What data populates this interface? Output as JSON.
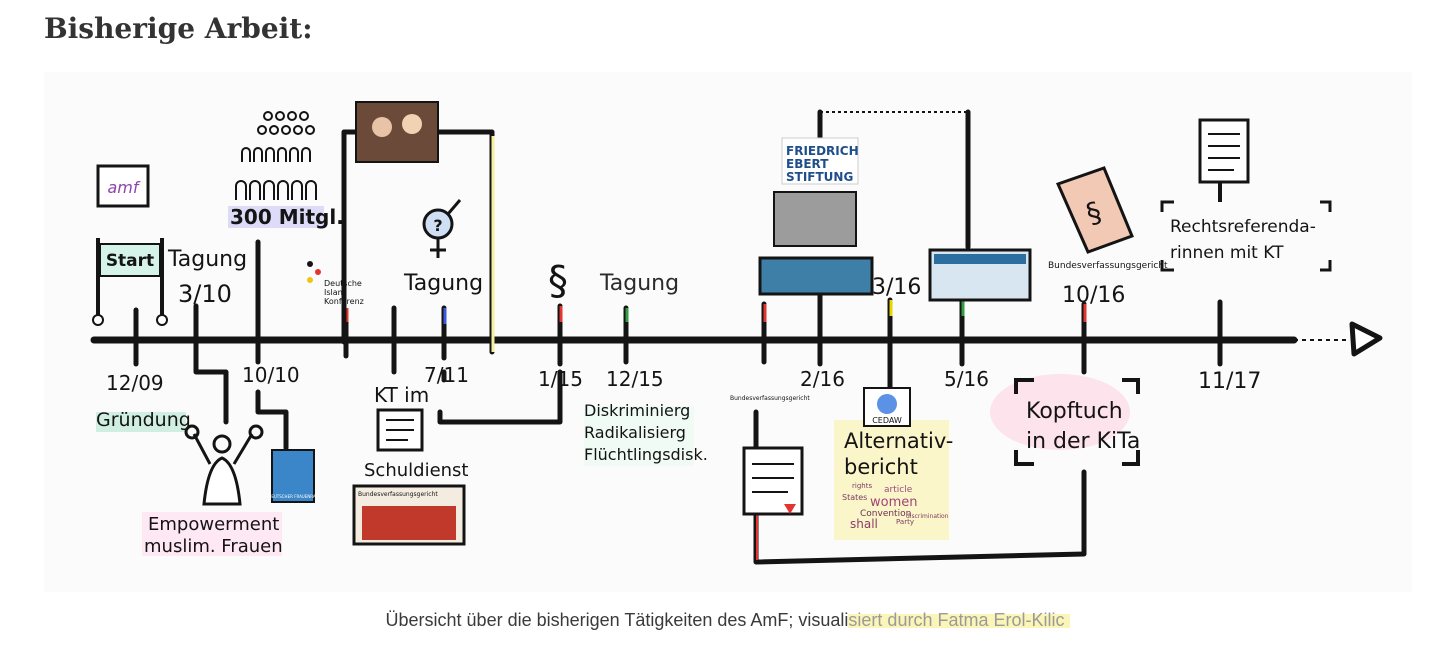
{
  "page_title": "Bisherige Arbeit:",
  "caption": {
    "prefix": "Übersicht über die bisherigen Tätigkeiten des AmF; visuali",
    "highlight": "siert durch Fatma Erol-Kilic"
  },
  "timeline": {
    "logo_text": "amf",
    "start_label": "Start",
    "labels": {
      "tagung_1": "Tagung",
      "tagung_1_date": "3/10",
      "mitgl": "300 Mitgl.",
      "dik_line1": "Deutsche",
      "dik_line2": "Islam",
      "dik_line3": "Konferenz",
      "tagung_2": "Tagung",
      "paragraph": "§",
      "tagung_3": "Tagung",
      "fes_line1": "FRIEDRICH",
      "fes_line2": "EBERT",
      "fes_line3": "STIFTUNG",
      "bverfg": "Bundesverfassungsgericht",
      "date_3_16": "3/16",
      "date_10_16": "10/16",
      "refer_line1": "Rechtsreferenda-",
      "refer_line2": "rinnen mit KT",
      "question_mark": "?"
    },
    "dates_below": {
      "d_12_09": "12/09",
      "gruendung": "Gründung",
      "d_10_10": "10/10",
      "kt_im": "KT im",
      "schuldienst": "Schuldienst",
      "d_7_11": "7/11",
      "d_1_15": "1/15",
      "d_12_15": "12/15",
      "disk_line1": "Diskriminierg",
      "disk_line2": "Radikalisierg",
      "disk_line3": "Flüchtlingsdisk.",
      "d_2_16": "2/16",
      "cedaw": "CEDAW",
      "alt_line1": "Alternativ-",
      "alt_line2": "bericht",
      "d_5_16": "5/16",
      "kopftuch_line1": "Kopftuch",
      "kopftuch_line2": "in der KiTa",
      "d_11_17": "11/17",
      "emp_line1": "Empowerment",
      "emp_line2": "muslim. Frauen",
      "frauenrat": "DEUTSCHER FRAUENRAT"
    },
    "word_cloud": [
      "rights",
      "article",
      "States",
      "women",
      "Convention",
      "shall",
      "Party",
      "discrimination"
    ]
  },
  "colors": {
    "ink": "#141414",
    "pink_accent": "#f3b4d8",
    "green_accent": "#bfe8d7",
    "yellow_accent": "#f6ef9d",
    "blue_accent": "#b9d6f2",
    "red_accent": "#e3342f"
  }
}
